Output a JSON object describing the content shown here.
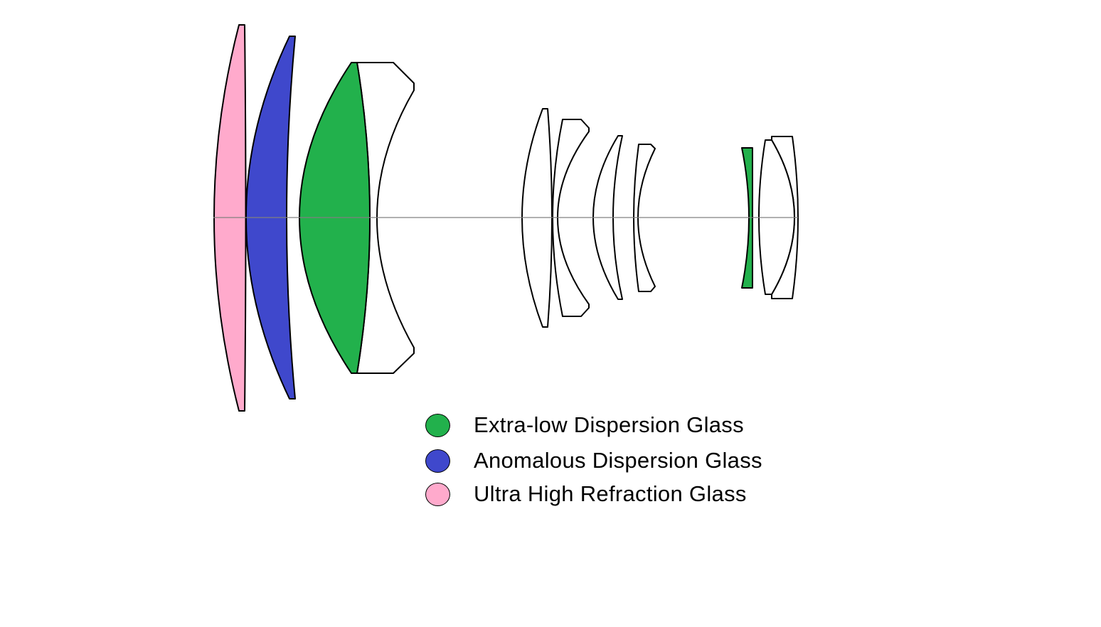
{
  "diagram": {
    "title": "Lens construction diagram",
    "elements": [
      {
        "name": "element-1",
        "glass": "Ultra High Refraction Glass"
      },
      {
        "name": "element-2",
        "glass": "Anomalous Dispersion Glass"
      },
      {
        "name": "element-3",
        "glass": "Extra-low Dispersion Glass"
      },
      {
        "name": "element-4",
        "glass": "standard"
      },
      {
        "name": "element-5",
        "glass": "standard"
      },
      {
        "name": "element-6",
        "glass": "standard"
      },
      {
        "name": "element-7",
        "glass": "standard"
      },
      {
        "name": "element-8",
        "glass": "standard"
      },
      {
        "name": "element-9",
        "glass": "Extra-low Dispersion Glass"
      },
      {
        "name": "element-10",
        "glass": "standard"
      },
      {
        "name": "element-11",
        "glass": "standard"
      }
    ]
  },
  "legend": [
    {
      "label": "Extra-low Dispersion Glass",
      "color": "#22b14c"
    },
    {
      "label": "Anomalous Dispersion Glass",
      "color": "#3f48cc"
    },
    {
      "label": "Ultra High Refraction Glass",
      "color": "#ffaacc"
    }
  ]
}
